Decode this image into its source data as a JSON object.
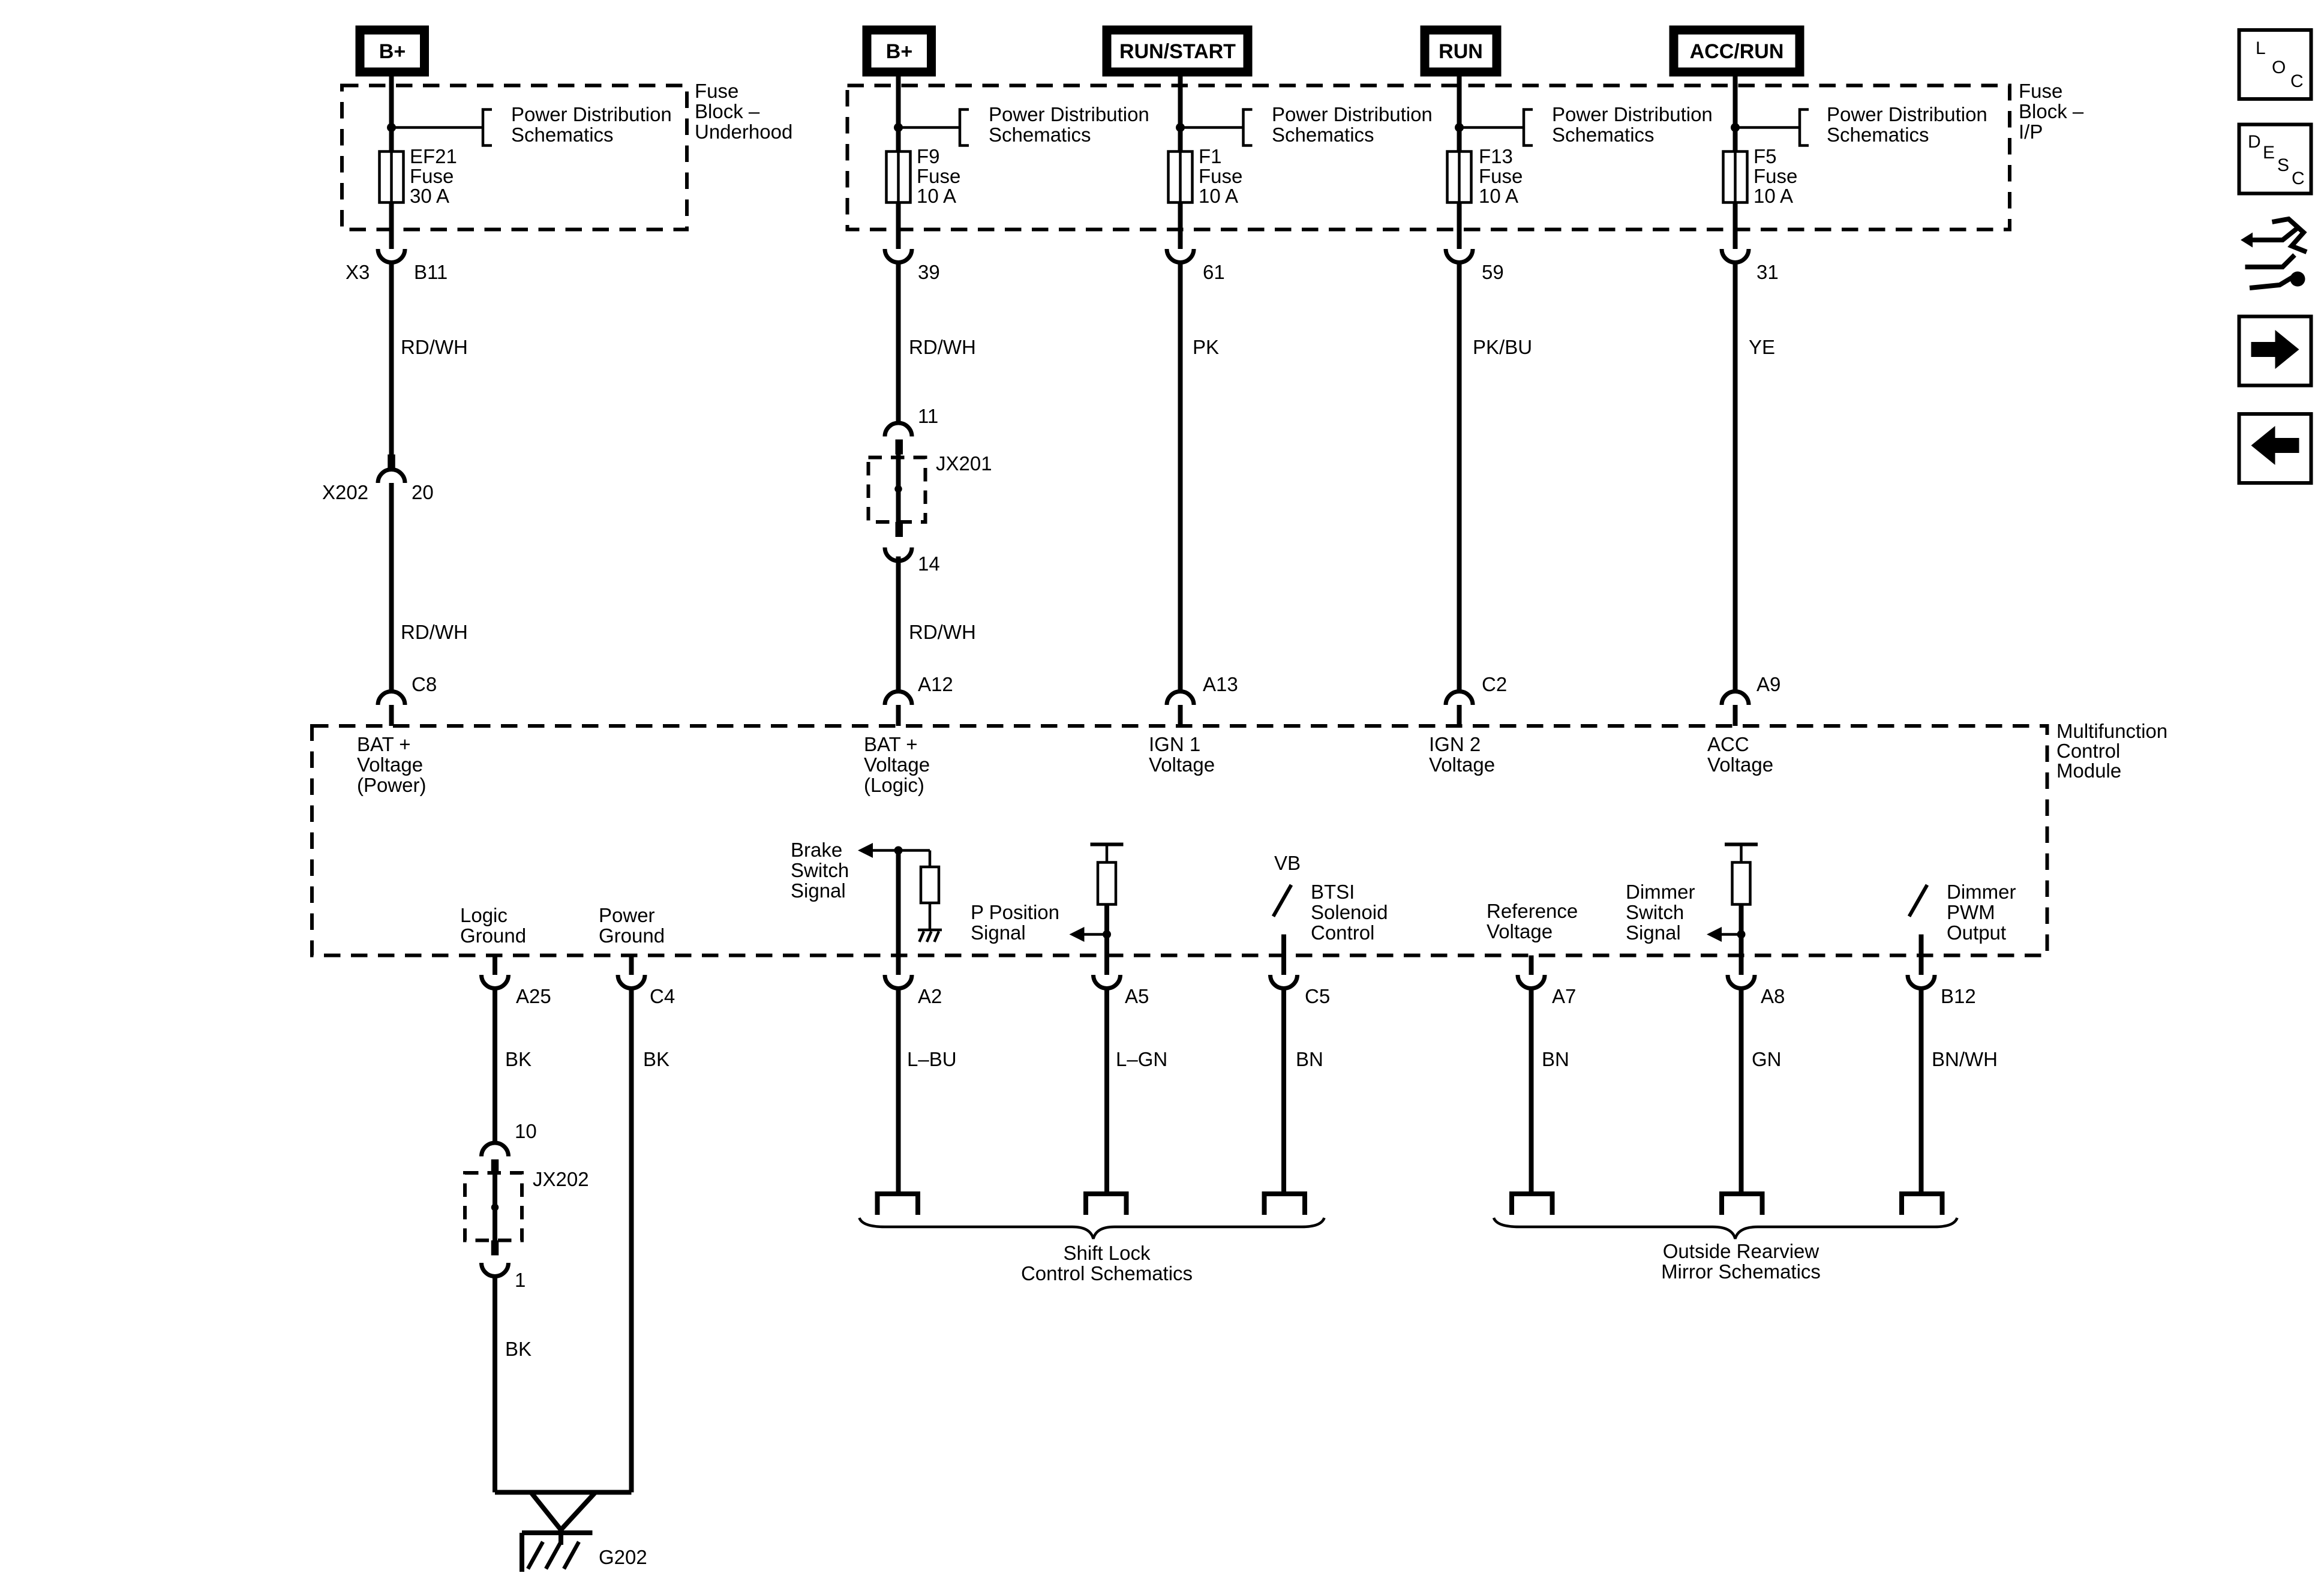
{
  "power_sources": [
    {
      "id": "bplus1",
      "label": "B+"
    },
    {
      "id": "bplus2",
      "label": "B+"
    },
    {
      "id": "runstart",
      "label": "RUN/START"
    },
    {
      "id": "run",
      "label": "RUN"
    },
    {
      "id": "accrun",
      "label": "ACC/RUN"
    }
  ],
  "fuse_blocks": {
    "underhood": [
      "Fuse",
      "Block –",
      "Underhood"
    ],
    "ip": [
      "Fuse",
      "Block –",
      "I/P"
    ]
  },
  "power_distribution": [
    "Power Distribution",
    "Schematics"
  ],
  "fuses": [
    {
      "name": "EF21",
      "type": "Fuse",
      "rating": "30 A"
    },
    {
      "name": "F9",
      "type": "Fuse",
      "rating": "10 A"
    },
    {
      "name": "F1",
      "type": "Fuse",
      "rating": "10 A"
    },
    {
      "name": "F13",
      "type": "Fuse",
      "rating": "10 A"
    },
    {
      "name": "F5",
      "type": "Fuse",
      "rating": "10 A"
    }
  ],
  "circuits": {
    "c1": {
      "conn": "X3",
      "pin": "B11",
      "color1": "RD/WH",
      "inline_conn": "X202",
      "inline_pin": "20",
      "color2": "RD/WH",
      "module_pin": "C8"
    },
    "c2": {
      "pin": "39",
      "color1": "RD/WH",
      "splice_top": "11",
      "splice": "JX201",
      "splice_bottom": "14",
      "color2": "RD/WH",
      "module_pin": "A12"
    },
    "c3": {
      "pin": "61",
      "color": "PK",
      "module_pin": "A13"
    },
    "c4": {
      "pin": "59",
      "color": "PK/BU",
      "module_pin": "C2"
    },
    "c5": {
      "pin": "31",
      "color": "YE",
      "module_pin": "A9"
    }
  },
  "module": {
    "name": [
      "Multifunction",
      "Control",
      "Module"
    ],
    "inputs": [
      [
        "BAT +",
        "Voltage",
        "(Power)"
      ],
      [
        "BAT +",
        "Voltage",
        "(Logic)"
      ],
      [
        "IGN 1",
        "Voltage"
      ],
      [
        "IGN 2",
        "Voltage"
      ],
      [
        "ACC",
        "Voltage"
      ]
    ],
    "logic_ground": [
      "Logic",
      "Ground"
    ],
    "power_ground": [
      "Power",
      "Ground"
    ],
    "brake_switch": [
      "Brake",
      "Switch",
      "Signal"
    ],
    "p_position": [
      "P Position",
      "Signal"
    ],
    "vb": "VB",
    "btsi": [
      "BTSI",
      "Solenoid",
      "Control"
    ],
    "reference": [
      "Reference",
      "Voltage"
    ],
    "dimmer_switch": [
      "Dimmer",
      "Switch",
      "Signal"
    ],
    "dimmer_pwm": [
      "Dimmer",
      "PWM",
      "Output"
    ]
  },
  "bottom_pins": [
    {
      "pin": "A25",
      "color": "BK"
    },
    {
      "pin": "C4",
      "color": "BK"
    },
    {
      "pin": "A2",
      "color": "L–BU"
    },
    {
      "pin": "A5",
      "color": "L–GN"
    },
    {
      "pin": "C5",
      "color": "BN"
    },
    {
      "pin": "A7",
      "color": "BN"
    },
    {
      "pin": "A8",
      "color": "GN"
    },
    {
      "pin": "B12",
      "color": "BN/WH"
    }
  ],
  "ground_splice": {
    "top": "10",
    "name": "JX202",
    "bottom": "1",
    "color": "BK"
  },
  "ground": "G202",
  "references": {
    "shift_lock": [
      "Shift Lock",
      "Control Schematics"
    ],
    "mirror": [
      "Outside Rearview",
      "Mirror Schematics"
    ]
  },
  "nav_icons": [
    {
      "icon": "loc-icon",
      "letters": [
        "L",
        "O",
        "C"
      ]
    },
    {
      "icon": "desc-icon",
      "letters": [
        "D",
        "E",
        "S",
        "C"
      ]
    },
    {
      "icon": "circuit-icon"
    },
    {
      "icon": "arrow-right-icon"
    },
    {
      "icon": "arrow-left-icon"
    }
  ]
}
